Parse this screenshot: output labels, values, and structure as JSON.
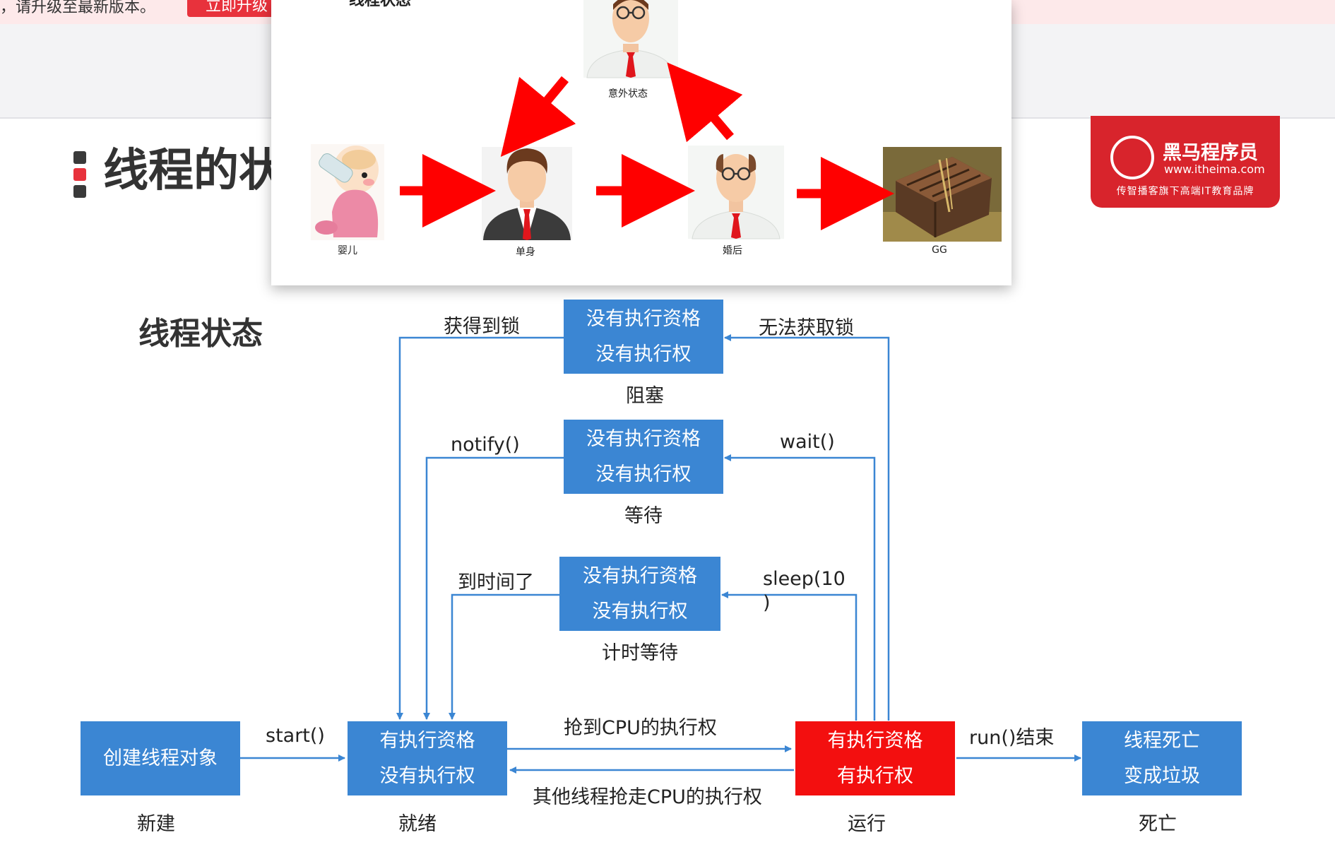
{
  "banner": {
    "text": "，请升级至最新版本。",
    "button": "立即升级"
  },
  "slide_title": "线程的状态",
  "brand": {
    "name": "黑马程序员",
    "url": "www.itheima.com",
    "slogan": "传智播客旗下高端IT教育品牌"
  },
  "popup": {
    "title": "线程状态",
    "labels": {
      "accident": "意外状态",
      "baby": "婴儿",
      "single": "单身",
      "married": "婚后",
      "dead": "GG"
    }
  },
  "diagram": {
    "title": "线程状态",
    "states": {
      "new": {
        "line1": "创建线程对象",
        "caption": "新建"
      },
      "ready": {
        "line1": "有执行资格",
        "line2": "没有执行权",
        "caption": "就绪"
      },
      "running": {
        "line1": "有执行资格",
        "line2": "有执行权",
        "caption": "运行"
      },
      "dead": {
        "line1": "线程死亡",
        "line2": "变成垃圾",
        "caption": "死亡"
      },
      "blocked": {
        "line1": "没有执行资格",
        "line2": "没有执行权",
        "caption": "阻塞"
      },
      "waiting": {
        "line1": "没有执行资格",
        "line2": "没有执行权",
        "caption": "等待"
      },
      "timed_waiting": {
        "line1": "没有执行资格",
        "line2": "没有执行权",
        "caption": "计时等待"
      }
    },
    "transitions": {
      "start": "start()",
      "grab_cpu": "抢到CPU的执行权",
      "lose_cpu": "其他线程抢走CPU的执行权",
      "run_end": "run()结束",
      "got_lock": "获得到锁",
      "no_lock": "无法获取锁",
      "notify": "notify()",
      "wait": "wait()",
      "timeout": "到时间了",
      "sleep_1": "sleep(10",
      "sleep_2": ")"
    },
    "colors": {
      "box": "#3b86d3",
      "running": "#f30f0f",
      "arrow_blue": "#3b86d3",
      "arrow_red": "#ff0000"
    }
  }
}
